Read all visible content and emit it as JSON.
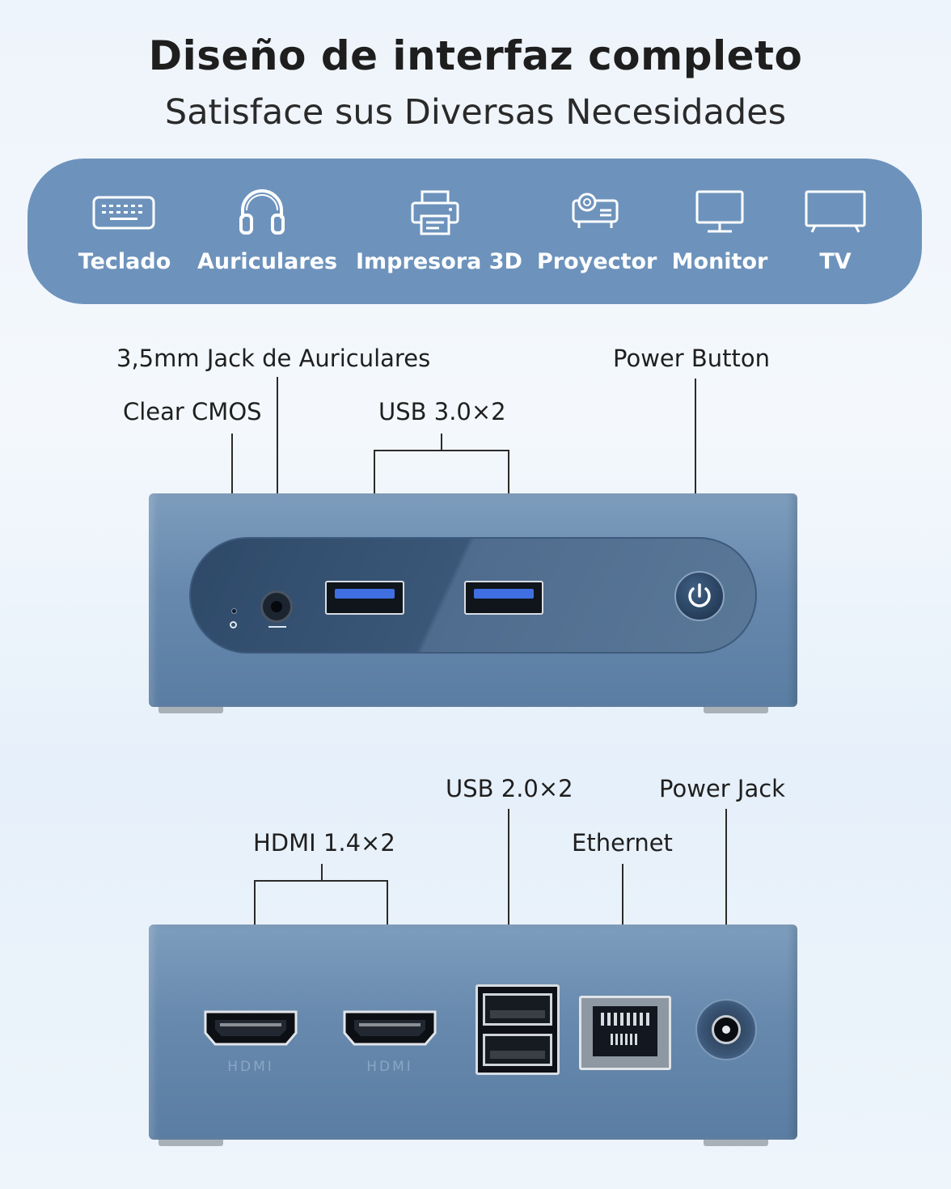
{
  "header": {
    "title": "Diseño de interfaz completo",
    "subtitle": "Satisface sus Diversas Necesidades"
  },
  "devices": [
    {
      "label": "Teclado",
      "icon": "keyboard-icon"
    },
    {
      "label": "Auriculares",
      "icon": "headphones-icon"
    },
    {
      "label": "Impresora 3D",
      "icon": "printer-icon"
    },
    {
      "label": "Proyector",
      "icon": "projector-icon"
    },
    {
      "label": "Monitor",
      "icon": "monitor-icon"
    },
    {
      "label": "TV",
      "icon": "tv-icon"
    }
  ],
  "front": {
    "jack_label": "3,5mm Jack de Auriculares",
    "cmos_label": "Clear CMOS",
    "usb3_label": "USB 3.0×2",
    "power_button_label": "Power Button"
  },
  "rear": {
    "usb2_label": "USB 2.0×2",
    "power_jack_label": "Power Jack",
    "hdmi_label": "HDMI 1.4×2",
    "ethernet_label": "Ethernet",
    "hdmi_port_text": "HDMI"
  },
  "colors": {
    "device_bar": "#6d93bc",
    "chassis": "#6789ad"
  }
}
